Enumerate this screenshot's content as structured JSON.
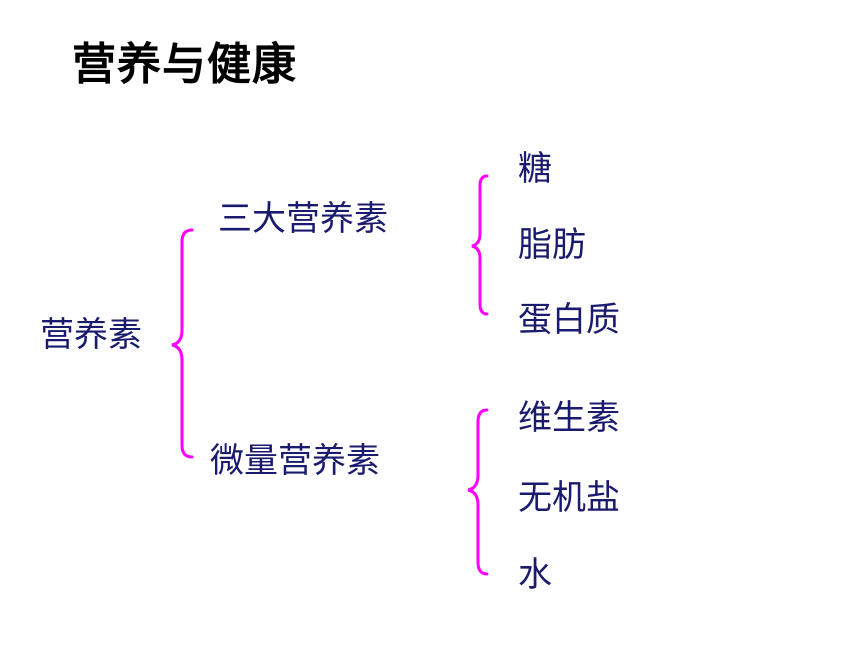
{
  "title": "营养与健康",
  "root": "营养素",
  "categories": [
    {
      "label": "三大营养素",
      "items": [
        "糖",
        "脂肪",
        "蛋白质"
      ]
    },
    {
      "label": "微量营养素",
      "items": [
        "维生素",
        "无机盐",
        "水"
      ]
    }
  ],
  "colors": {
    "brace": "#ff00ff",
    "text": "#1a1a6e",
    "title": "#000000"
  }
}
